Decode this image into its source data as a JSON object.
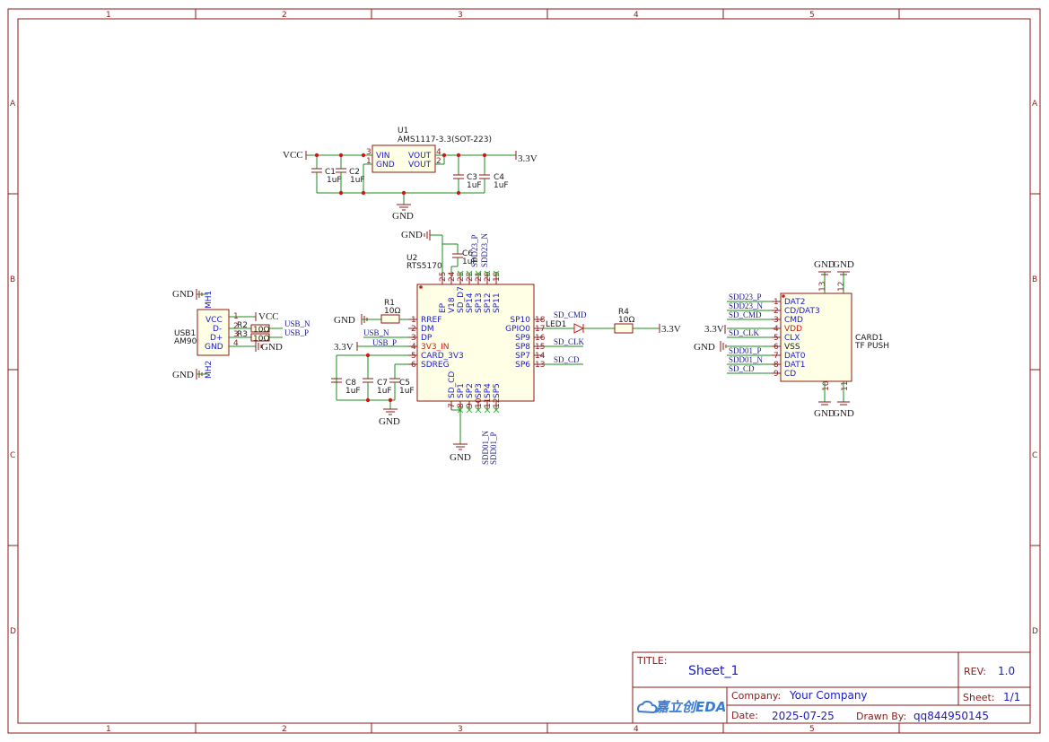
{
  "frame": {
    "columns": [
      "1",
      "2",
      "3",
      "4",
      "5"
    ],
    "rows": [
      "A",
      "B",
      "C",
      "D"
    ]
  },
  "regulator": {
    "ref": "U1",
    "value": "AMS1117-3.3(SOT-223)",
    "pins": {
      "vin": "VIN",
      "gnd": "GND",
      "vout1": "VOUT",
      "vout2": "VOUT"
    },
    "pin_numbers": {
      "vin": "3",
      "gnd": "1",
      "vout1": "4",
      "vout2": "2"
    },
    "input_net": "VCC",
    "output_net": "3.3V",
    "ground": "GND",
    "caps": [
      {
        "ref": "C1",
        "value": "1uF"
      },
      {
        "ref": "C2",
        "value": "1uF"
      },
      {
        "ref": "C3",
        "value": "1uF"
      },
      {
        "ref": "C4",
        "value": "1uF"
      }
    ]
  },
  "usb": {
    "ref": "USB1",
    "value": "AM90",
    "pins": [
      "VCC",
      "D-",
      "D+",
      "GND"
    ],
    "pin_numbers": [
      "1",
      "2",
      "3",
      "4"
    ],
    "mh_top": "MH1",
    "mh_bottom": "MH2",
    "gnd": "GND",
    "vcc": "VCC",
    "r2": {
      "ref": "R2",
      "value": "10Ω"
    },
    "r3": {
      "ref": "R3",
      "value": "10Ω"
    },
    "net_n": "USB_N",
    "net_p": "USB_P"
  },
  "controller": {
    "ref": "U2",
    "value": "RTS5170",
    "left_pins": [
      {
        "num": "1",
        "name": "RREF",
        "red": false
      },
      {
        "num": "2",
        "name": "DM",
        "red": false
      },
      {
        "num": "3",
        "name": "DP",
        "red": false
      },
      {
        "num": "4",
        "name": "3V3_IN",
        "red": true
      },
      {
        "num": "5",
        "name": "CARD_3V3",
        "red": false
      },
      {
        "num": "6",
        "name": "SDREG",
        "red": false
      }
    ],
    "right_pins": [
      {
        "num": "18",
        "name": "SP10"
      },
      {
        "num": "17",
        "name": "GPIO0"
      },
      {
        "num": "16",
        "name": "SP9"
      },
      {
        "num": "15",
        "name": "SP8"
      },
      {
        "num": "14",
        "name": "SP7"
      },
      {
        "num": "13",
        "name": "SP6"
      }
    ],
    "top_pins": [
      {
        "num": "25",
        "name": "EP"
      },
      {
        "num": "24",
        "name": "V18"
      },
      {
        "num": "23",
        "name": "SD_D7"
      },
      {
        "num": "22",
        "name": "SP14"
      },
      {
        "num": "21",
        "name": "SP13"
      },
      {
        "num": "20",
        "name": "SP12"
      },
      {
        "num": "19",
        "name": "SP11"
      }
    ],
    "bottom_pins": [
      {
        "num": "7",
        "name": "SD_CD"
      },
      {
        "num": "8",
        "name": "SP1"
      },
      {
        "num": "9",
        "name": "SP2"
      },
      {
        "num": "10",
        "name": "SP3"
      },
      {
        "num": "11",
        "name": "SP4"
      },
      {
        "num": "12",
        "name": "SP5"
      }
    ],
    "r1": {
      "ref": "R1",
      "value": "10Ω"
    },
    "r4": {
      "ref": "R4",
      "value": "10Ω"
    },
    "led": "LED1",
    "c5": {
      "ref": "C5",
      "value": "1uF"
    },
    "c6": {
      "ref": "C6",
      "value": "1uF"
    },
    "c7": {
      "ref": "C7",
      "value": "1uF"
    },
    "c8": {
      "ref": "C8",
      "value": "1uF"
    },
    "nets": {
      "sd_cmd": "SD_CMD",
      "sd_clk": "SD_CLK",
      "sd_cd": "SD_CD",
      "sdd23_p": "SDD23_P",
      "sdd23_n": "SDD23_N",
      "sdd01_n": "SDD01_N",
      "sdd01_p": "SDD01_P",
      "usb_n": "USB_N",
      "usb_p": "USB_P",
      "gnd": "GND",
      "v33": "3.3V"
    }
  },
  "card": {
    "ref": "CARD1",
    "value": "TF PUSH",
    "pins": [
      {
        "num": "1",
        "name": "DAT2",
        "net": "SDD23_P"
      },
      {
        "num": "2",
        "name": "CD/DAT3",
        "net": "SDD23_N"
      },
      {
        "num": "3",
        "name": "CMD",
        "net": "SD_CMD"
      },
      {
        "num": "4",
        "name": "VDD",
        "net": "3.3V"
      },
      {
        "num": "5",
        "name": "CLX",
        "net": "SD_CLK"
      },
      {
        "num": "6",
        "name": "VSS",
        "net": "GND"
      },
      {
        "num": "7",
        "name": "DAT0",
        "net": "SDD01_P"
      },
      {
        "num": "8",
        "name": "DAT1",
        "net": "SDD01_N"
      },
      {
        "num": "9",
        "name": "CD",
        "net": "SD_CD"
      }
    ],
    "top_pins": [
      "13",
      "12"
    ],
    "bottom_pins": [
      "10",
      "11"
    ],
    "gnd": "GND"
  },
  "title_block": {
    "title_label": "TITLE:",
    "title": "Sheet_1",
    "rev_label": "REV:",
    "rev": "1.0",
    "company_label": "Company:",
    "company": "Your Company",
    "sheet_label": "Sheet:",
    "sheet": "1/1",
    "date_label": "Date:",
    "date": "2025-07-25",
    "drawn_label": "Drawn By:",
    "drawn": "qq844950145",
    "logo": "嘉立创EDA"
  }
}
